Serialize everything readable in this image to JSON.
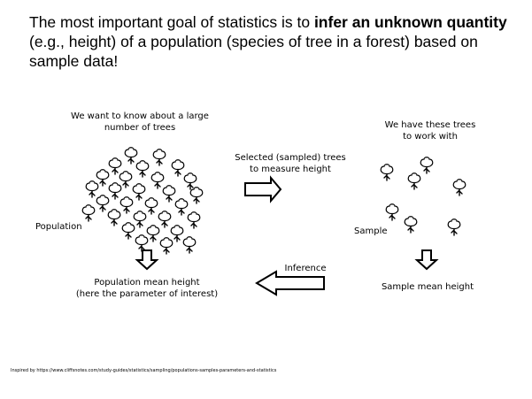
{
  "header": {
    "part1": "The most important goal of statistics is to ",
    "bold": "infer an unknown quantity",
    "part2": " (e.g., height) of a population (species of tree in a forest) based on sample data!"
  },
  "labels": {
    "population_caption_l1": "We want to know about a large",
    "population_caption_l2": "number of trees",
    "sample_caption_l1": "We have these trees",
    "sample_caption_l2": "to work with",
    "selected_l1": "Selected (sampled) trees",
    "selected_l2": "to measure height",
    "population": "Population",
    "sample": "Sample",
    "inference": "Inference",
    "pop_mean_l1": "Population mean height",
    "pop_mean_l2": "(here the parameter of interest)",
    "sample_mean": "Sample mean height"
  },
  "footnote": "Inspired by https://www.cliffsnotes.com/study-guides/statistics/sampling/populations-samples-parameters-and-statistics",
  "icons": {
    "tree": "tree-icon",
    "arrow_right": "arrow-right-icon",
    "arrow_left": "arrow-left-icon",
    "arrow_down": "arrow-down-icon"
  },
  "colors": {
    "ink": "#000000",
    "background": "#ffffff"
  }
}
